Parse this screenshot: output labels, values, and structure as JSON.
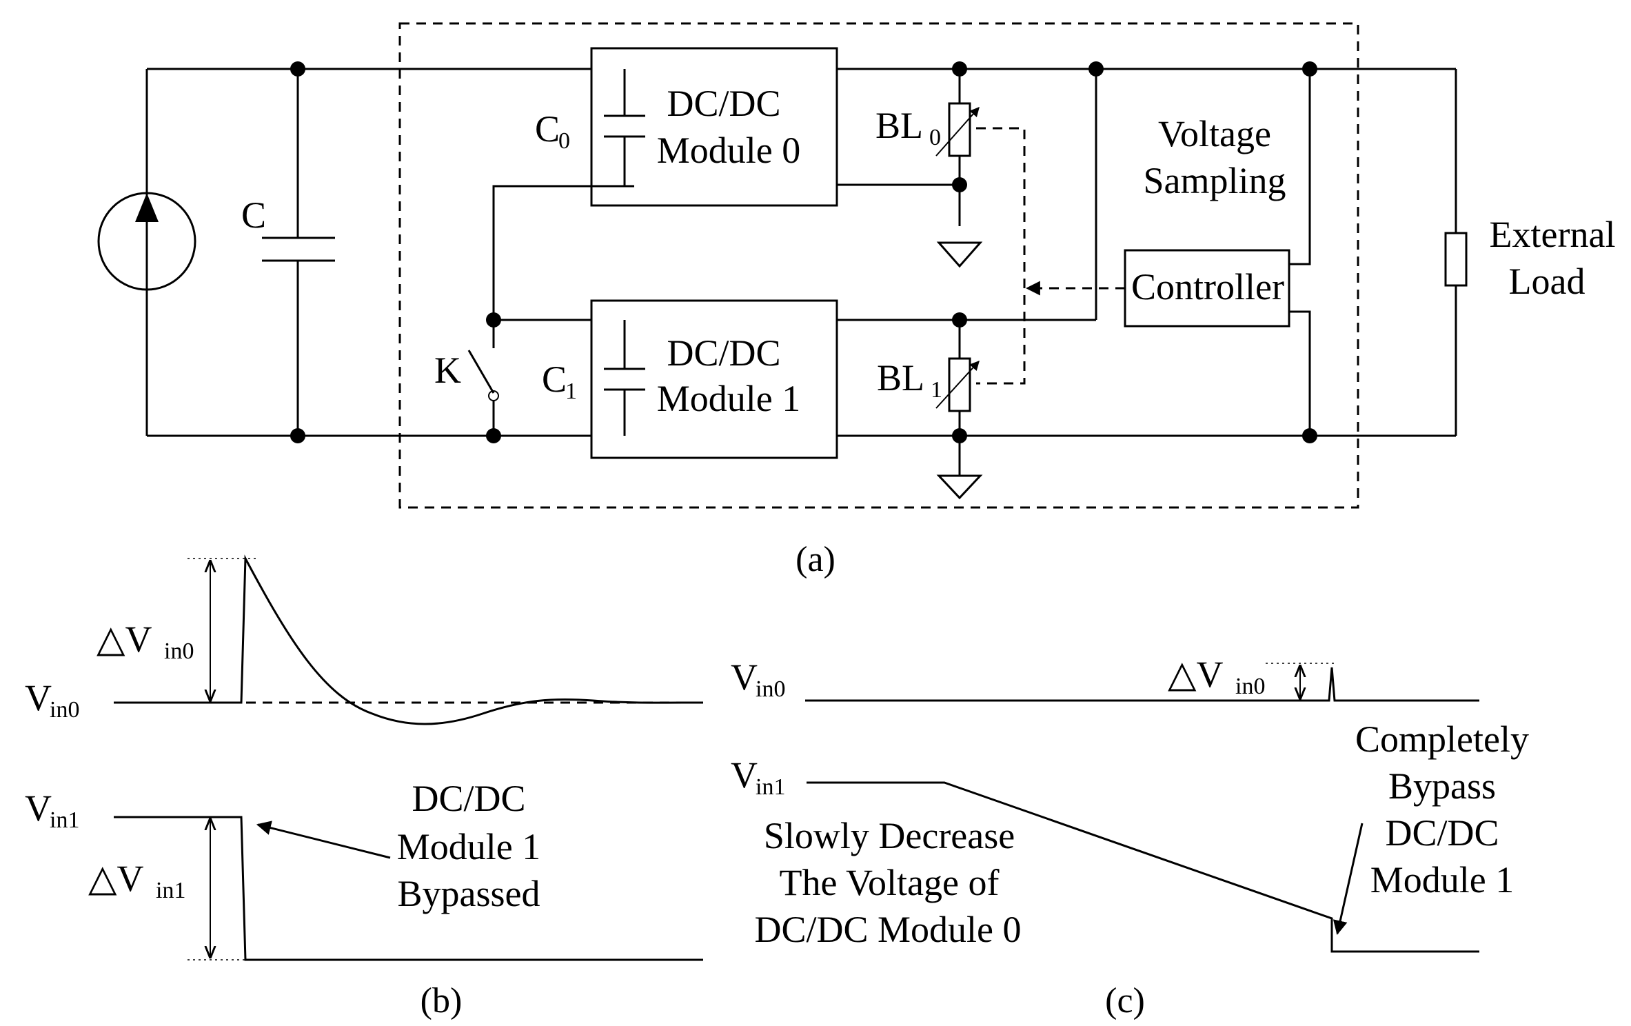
{
  "colors": {
    "line": "#000000",
    "background": "#ffffff"
  },
  "circuit": {
    "capacitor_c": "C",
    "module0": {
      "title_line1": "DC/DC",
      "title_line2": "Module 0",
      "cap_label": "C",
      "cap_sub": "0"
    },
    "module1": {
      "title_line1": "DC/DC",
      "title_line2": "Module 1",
      "cap_label": "C",
      "cap_sub": "1"
    },
    "bl0": {
      "label": "BL",
      "sub": "0"
    },
    "bl1": {
      "label": "BL",
      "sub": "1"
    },
    "switch_k": "K",
    "voltage_sampling_line1": "Voltage",
    "voltage_sampling_line2": "Sampling",
    "controller": "Controller",
    "load_line1": "External",
    "load_line2": "Load",
    "caption": "(a)"
  },
  "panel_b": {
    "vin0": {
      "label": "V",
      "sub": "in0"
    },
    "vin1": {
      "label": "V",
      "sub": "in1"
    },
    "delta_vin0": {
      "label": "△V",
      "sub": "in0"
    },
    "delta_vin1": {
      "label": "△V",
      "sub": "in1"
    },
    "annotation_line1": "DC/DC",
    "annotation_line2": "Module 1",
    "annotation_line3": "Bypassed",
    "caption": "(b)"
  },
  "panel_c": {
    "vin0": {
      "label": "V",
      "sub": "in0"
    },
    "vin1": {
      "label": "V",
      "sub": "in1"
    },
    "delta_vin0": {
      "label": "△V",
      "sub": "in0"
    },
    "slow_line1": "Slowly Decrease",
    "slow_line2": "The Voltage of",
    "slow_line3": "DC/DC Module 0",
    "bypass_line1": "Completely",
    "bypass_line2": "Bypass",
    "bypass_line3": "DC/DC",
    "bypass_line4": "Module 1",
    "caption": "(c)"
  }
}
